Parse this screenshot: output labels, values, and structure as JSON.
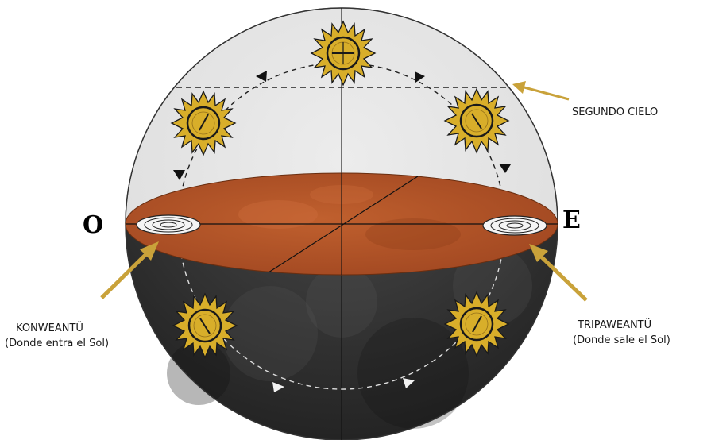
{
  "labels": {
    "west": "O",
    "east": "E",
    "second_sky": "SEGUNDO CIELO",
    "konweantu": "KONWEANTÜ",
    "konweantu_desc": "(Donde entra el Sol)",
    "tripaweantu": "TRIPAWEANTÜ",
    "tripaweantu_desc": "(Donde sale el Sol)"
  },
  "colors": {
    "sky": "#e4e4e4",
    "earth_disk": "#b7552a",
    "underworld": "#3a3a3a",
    "sun_fill": "#d8ae2a",
    "sun_outline": "#1a1a1a",
    "pointer_arrow": "#c9a23a"
  },
  "icons": [
    "sun-icon",
    "whirlpool-icon",
    "pointer-arrow-icon",
    "direction-arrowhead-icon"
  ]
}
